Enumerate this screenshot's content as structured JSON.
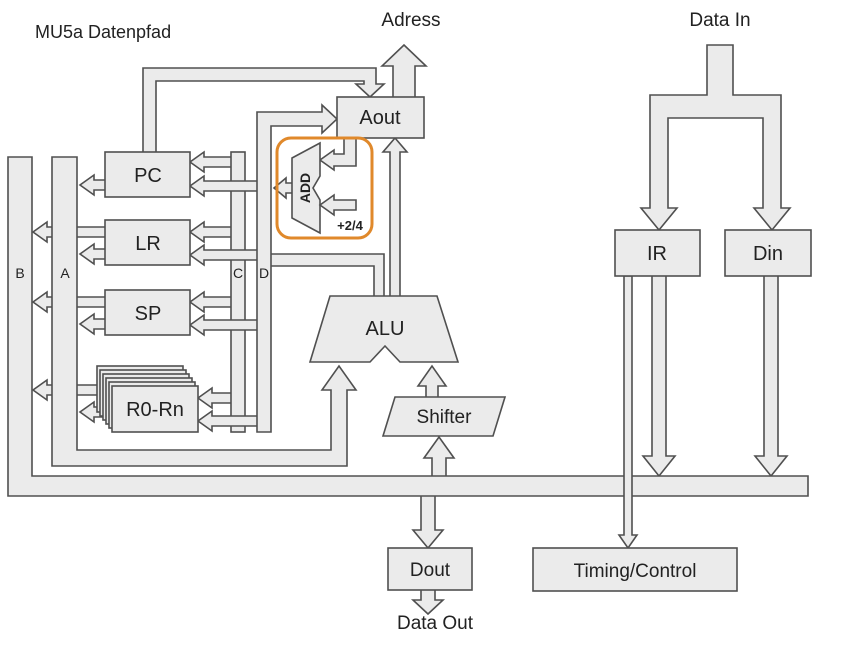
{
  "title": "MU5a Datenpfad",
  "io": {
    "address": "Adress",
    "data_in": "Data In",
    "data_out": "Data Out"
  },
  "blocks": {
    "aout": "Aout",
    "pc": "PC",
    "lr": "LR",
    "sp": "SP",
    "registers": "R0-Rn",
    "adder": "ADD",
    "adder_const": "+2/4",
    "alu": "ALU",
    "shifter": "Shifter",
    "ir": "IR",
    "din": "Din",
    "dout": "Dout",
    "timing_control": "Timing/Control"
  },
  "buses": {
    "b": "B",
    "a": "A",
    "c": "C",
    "d": "D"
  },
  "colors": {
    "block_fill": "#ebebeb",
    "stroke": "#505050",
    "highlight": "#e0892b",
    "text": "#222222"
  }
}
